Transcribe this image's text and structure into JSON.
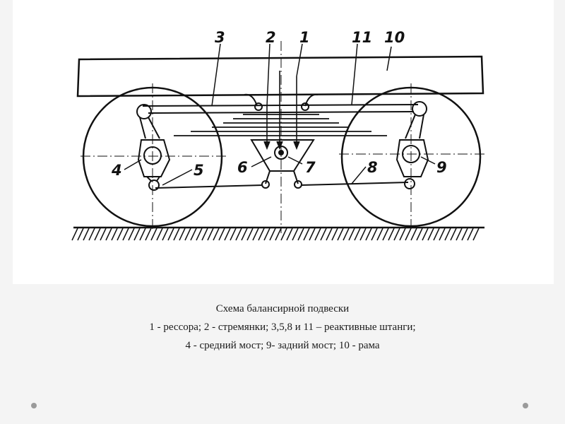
{
  "diagram": {
    "labels": {
      "l1": "1",
      "l2": "2",
      "l3": "3",
      "l4": "4",
      "l5": "5",
      "l6": "6",
      "l7": "7",
      "l8": "8",
      "l9": "9",
      "l10": "10",
      "l11": "11"
    }
  },
  "caption": {
    "title": "Схема балансирной подвески",
    "line1": "1 - рессора;  2 - стремянки;  3,5,8 и 11 – реактивные штанги;",
    "line2": "4 - средний мост;  9- задний мост; 10 - рама"
  },
  "nav": {
    "prev_icon": "dot-icon",
    "next_icon": "dot-icon"
  }
}
